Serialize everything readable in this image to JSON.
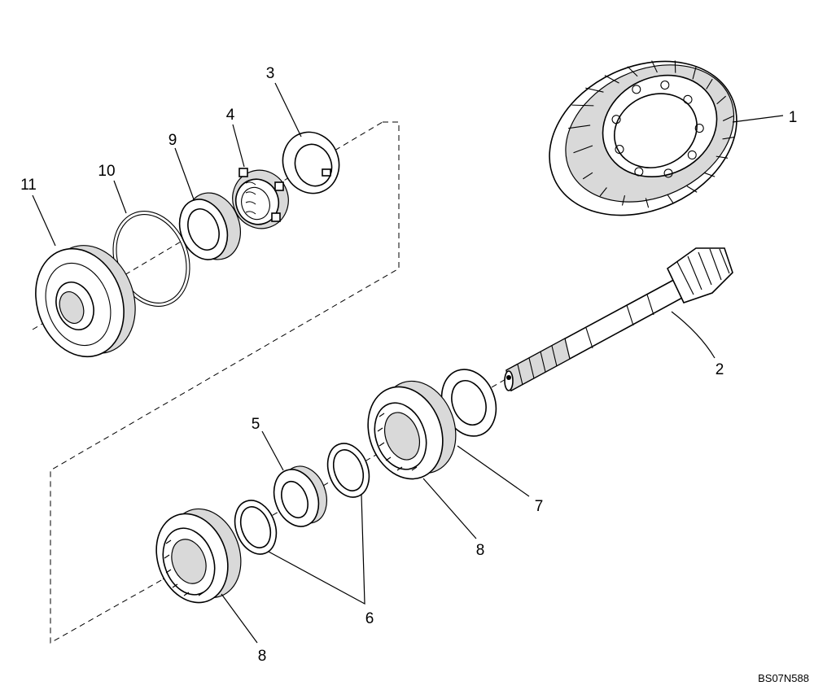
{
  "drawing_ref": "BS07N588",
  "callouts": {
    "c1": "1",
    "c2": "2",
    "c3": "3",
    "c4": "4",
    "c5": "5",
    "c6": "6",
    "c7": "7",
    "c8a": "8",
    "c8b": "8",
    "c9": "9",
    "c10": "10",
    "c11": "11"
  }
}
